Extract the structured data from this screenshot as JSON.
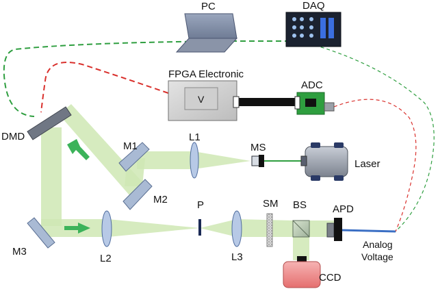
{
  "diagram": {
    "labels": {
      "pc": "PC",
      "daq": "DAQ",
      "fpga": "FPGA Electronic",
      "fpga_screen": "V",
      "adc": "ADC",
      "dmd": "DMD",
      "m1": "M1",
      "m2": "M2",
      "m3": "M3",
      "l1": "L1",
      "l2": "L2",
      "l3": "L3",
      "ms": "MS",
      "laser": "Laser",
      "p": "P",
      "sm": "SM",
      "bs": "BS",
      "apd": "APD",
      "analog_line1": "Analog",
      "analog_line2": "Voltage",
      "ccd": "CCD"
    },
    "colors": {
      "beam": "#cfe7b4",
      "arrow": "#3cb35a",
      "green_link": "#2e9e3f",
      "red_link": "#d9302c",
      "apd_cable": "#3b6fc4",
      "laser_fiber": "#2e9e3f",
      "ccd_body": "#f08080",
      "mirror": "#a9bad4",
      "lens": "#b7c9e6"
    }
  }
}
